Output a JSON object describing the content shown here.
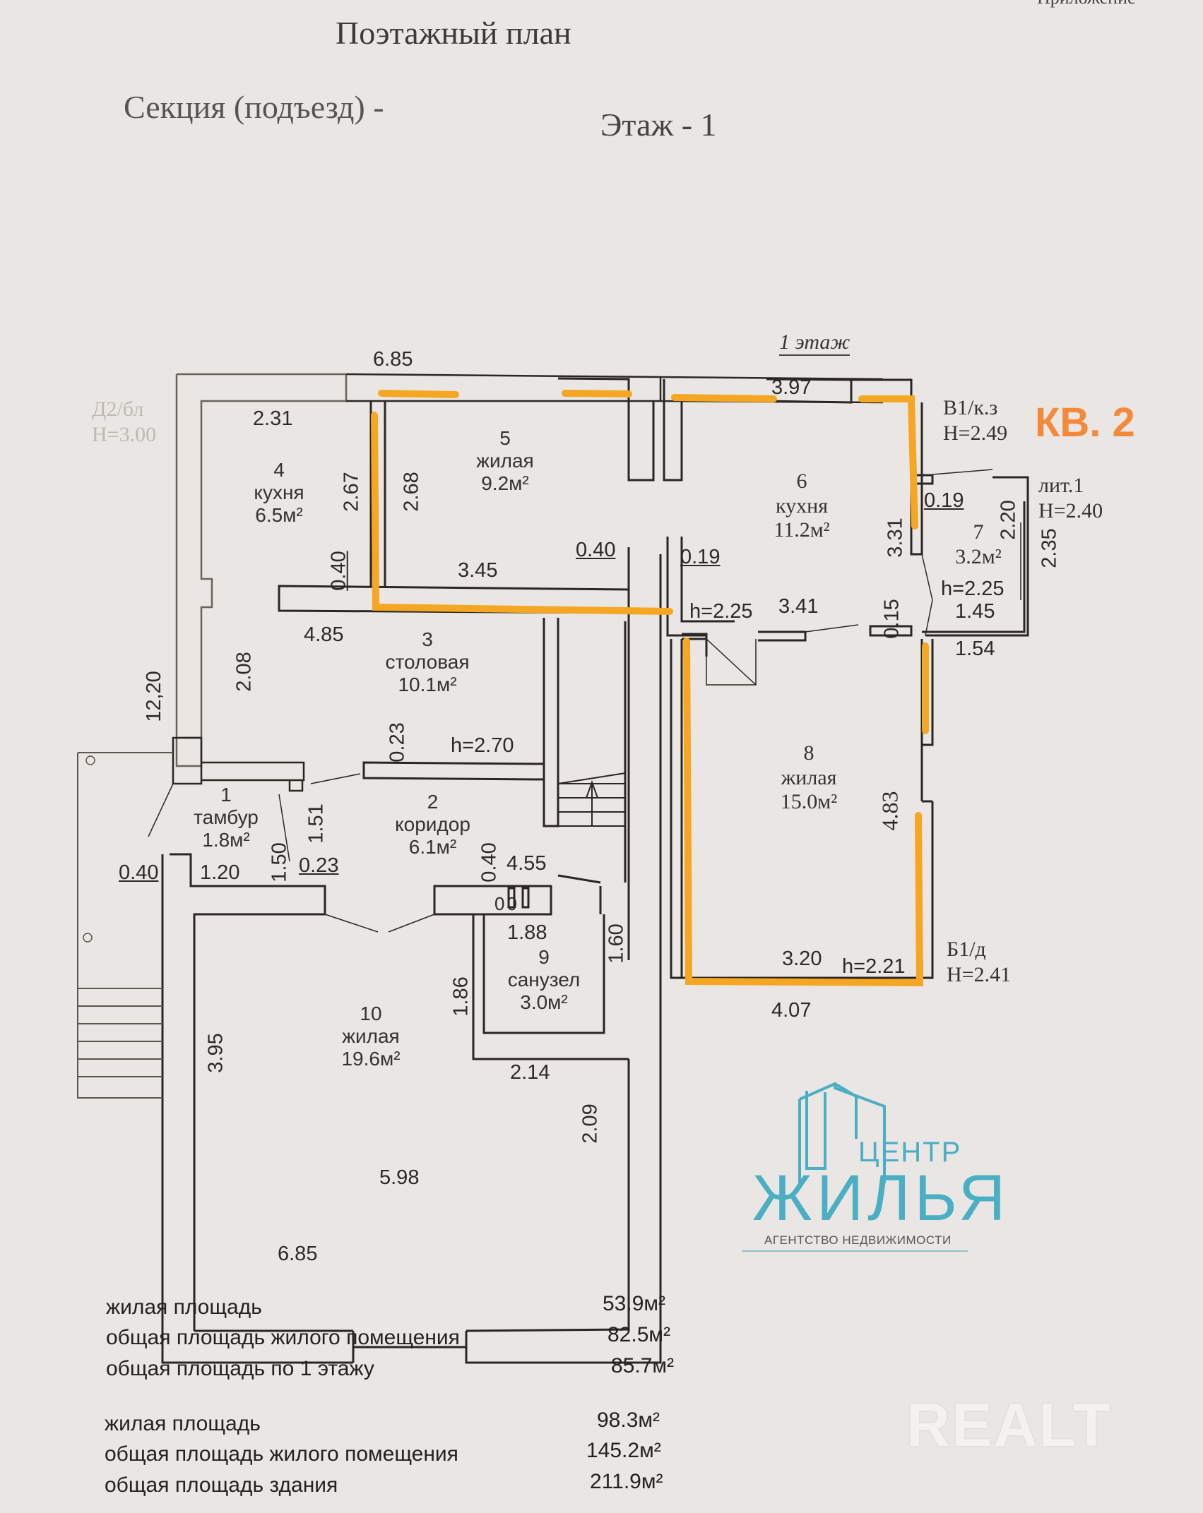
{
  "header": {
    "corner_note": "Приложение",
    "title": "Поэтажный план",
    "section_label": "Секция (подъезд) -",
    "floor_label": "Этаж  - 1",
    "floor_caption": "1 этаж"
  },
  "annotations": {
    "apartment_tag": "КВ. 2",
    "highlight_color": "#f5a623",
    "wall_markers": [
      {
        "code": "Д2/бл",
        "height": "H=3.00"
      },
      {
        "code": "В1/к.з",
        "height": "H=2.49"
      },
      {
        "code": "лит.1",
        "height": "H=2.40"
      },
      {
        "code": "Б1/д",
        "height": "H=2.41"
      }
    ]
  },
  "rooms": [
    {
      "number": "1",
      "name": "тамбур",
      "area": "1.8м²"
    },
    {
      "number": "2",
      "name": "коридор",
      "area": "6.1м²"
    },
    {
      "number": "3",
      "name": "столовая",
      "area": "10.1м²"
    },
    {
      "number": "4",
      "name": "кухня",
      "area": "6.5м²"
    },
    {
      "number": "5",
      "name": "жилая",
      "area": "9.2м²"
    },
    {
      "number": "6",
      "name": "кухня",
      "area": "11.2м²"
    },
    {
      "number": "7",
      "name": "",
      "area": "3.2м²"
    },
    {
      "number": "8",
      "name": "жилая",
      "area": "15.0м²"
    },
    {
      "number": "9",
      "name": "санузел",
      "area": "3.0м²"
    },
    {
      "number": "10",
      "name": "жилая",
      "area": "19.6м²"
    }
  ],
  "dimensions": {
    "top_left_width": "6.85",
    "top_right_width": "3.97",
    "room4_width": "2.31",
    "room4_height": "2.67",
    "room5_height": "2.68",
    "room4_niche": "0.40",
    "room5_width": "3.45",
    "room5_niche": "0.40",
    "room6_niche": "0.19",
    "room6_h": "h=2.25",
    "room6_width": "3.41",
    "room6_height": "3.31",
    "room7_niche": "0.19",
    "room7_h": "h=2.25",
    "room7_width": "1.45",
    "room7_height": "2.20",
    "room7_outer_height": "2.35",
    "room7_outer_width": "1.54",
    "room7_wall": "0.15",
    "room3_width": "4.85",
    "room3_height": "2.08",
    "building_length": "12,20",
    "room3_niche": "0.23",
    "room3_h": "h=2.70",
    "tambur_height": "1.51",
    "tambur_door": "1.50",
    "tambur_width": "1.20",
    "tambur_wall_left": "0.40",
    "tambur_wall_right": "0.23",
    "corridor_niche": "0.40",
    "corridor_width": "4.55",
    "wc_width": "1.88",
    "wc_height": "1.60",
    "room10_notch": "1.86",
    "room10_height": "3.95",
    "room10_notch_width": "2.14",
    "room10_right_height": "2.09",
    "room10_width": "5.98",
    "bottom_width": "6.85",
    "room8_height": "4.83",
    "room8_width": "3.20",
    "room8_h": "h=2.21",
    "room8_outer_width": "4.07",
    "ventilation": "00"
  },
  "summary": {
    "floor": [
      {
        "label": "жилая площадь",
        "value": "53.9м²"
      },
      {
        "label": "общая площадь жилого помещения",
        "value": "82.5м²"
      },
      {
        "label": "общая площадь по 1 этажу",
        "value": "85.7м²"
      }
    ],
    "building": [
      {
        "label": "жилая площадь",
        "value": "98.3м²"
      },
      {
        "label": "общая площадь жилого помещения",
        "value": "145.2м²"
      },
      {
        "label": "общая площадь здания",
        "value": "211.9м²"
      }
    ]
  },
  "watermarks": {
    "agency_line1": "ЦЕНТР",
    "agency_line2": "ЖИЛЬЯ",
    "agency_sub": "АГЕНТСТВО НЕДВИЖИМОСТИ",
    "agency_color": "#4aaec4",
    "site": "REALT"
  }
}
